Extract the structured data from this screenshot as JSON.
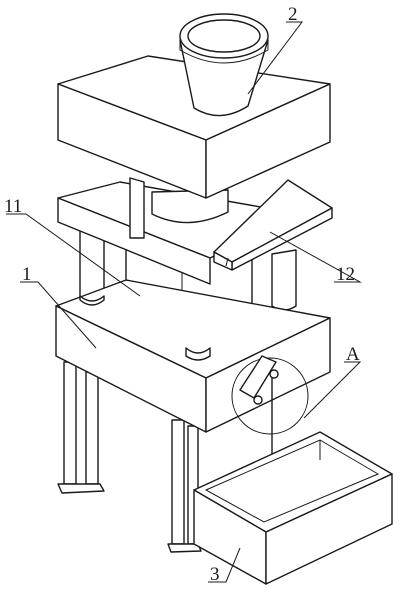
{
  "labels": {
    "hopper": "2",
    "cylinder": "11",
    "press": "1",
    "plate": "12",
    "detail": "A",
    "tray": "3"
  }
}
